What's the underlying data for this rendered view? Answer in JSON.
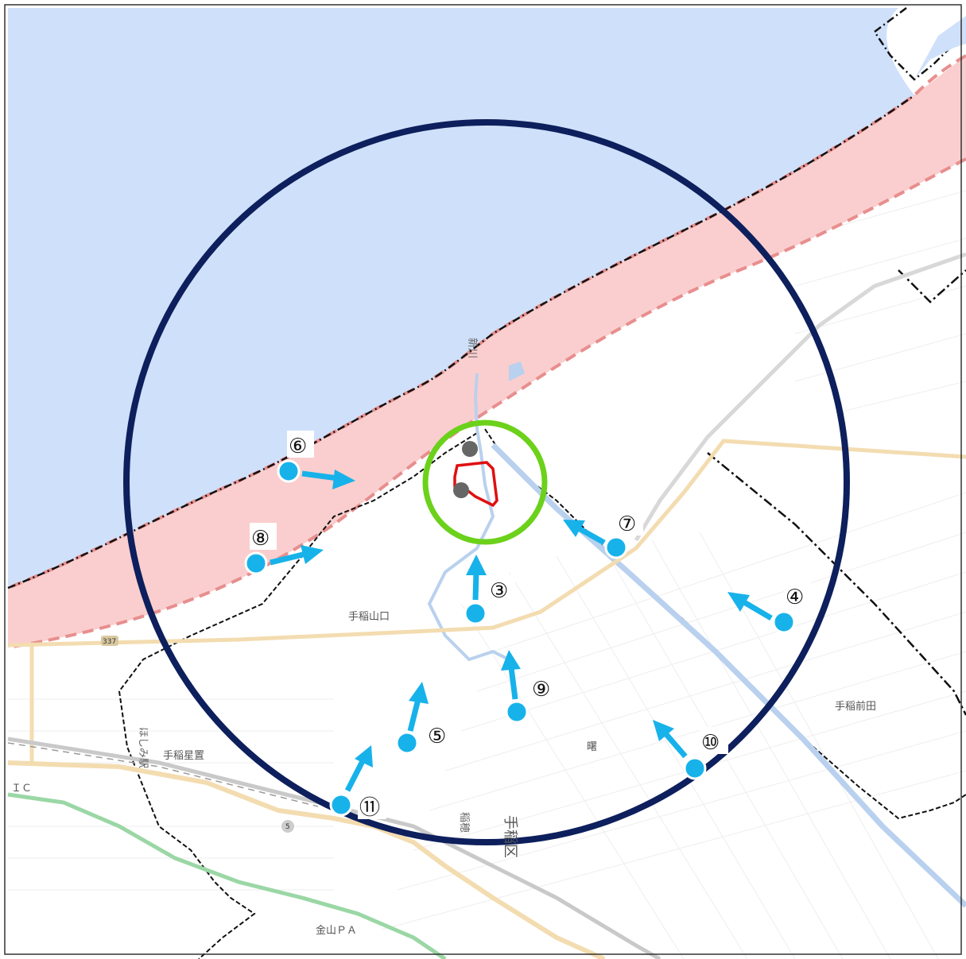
{
  "colors": {
    "sea": "#cfe0fa",
    "coast_zone": "#f9c9c9",
    "coast_zone_border": "#e88e8e",
    "outer_circle": "#0d1f5c",
    "inner_circle": "#6bd11a",
    "site_outline": "#e01010",
    "viewpoint": "#17b2ea",
    "arrow": "#17b2ea",
    "boundary": "#111111",
    "road_major": "#f3dcb0",
    "road_minor": "#e2e2e2",
    "river": "#b9d1ee",
    "green_road": "#9ad7a5"
  },
  "viewpoints": [
    {
      "id": "3",
      "label": "③"
    },
    {
      "id": "4",
      "label": "④"
    },
    {
      "id": "5",
      "label": "⑤"
    },
    {
      "id": "6",
      "label": "⑥"
    },
    {
      "id": "7",
      "label": "⑦"
    },
    {
      "id": "8",
      "label": "⑧"
    },
    {
      "id": "9",
      "label": "⑨"
    },
    {
      "id": "10",
      "label": "⑩"
    },
    {
      "id": "11",
      "label": "⑪"
    }
  ],
  "places": {
    "shinkawa": "新川",
    "teineyamaguchi": "手稲山口",
    "teinemaeda": "手稲前田",
    "teinehoshioki": "手稲星置",
    "hoshimi_station": "ほしみ駅",
    "teine_ku": "手稲区",
    "inaho": "稲穂",
    "akebono": "曙",
    "kanayama_pa": "金山ＰＡ",
    "ic": "ＩＣ",
    "route_5": "5",
    "route_337": "337"
  }
}
